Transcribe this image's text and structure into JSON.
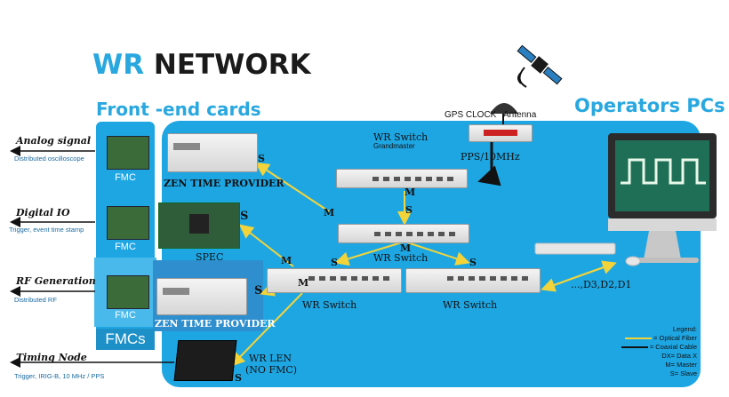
{
  "title": {
    "part1": "WR",
    "part2": "NETWORK"
  },
  "sections": {
    "front_end": "Front -end cards",
    "operators": "Operators PCs"
  },
  "left_items": [
    {
      "title": "Analog signal",
      "subtitle": "Distributed oscilloscope"
    },
    {
      "title": "Digital IO",
      "subtitle": "Trigger, event time stamp"
    },
    {
      "title": "RF Generation",
      "subtitle": "Distributed RF"
    },
    {
      "title": "Timing Node",
      "subtitle": "Trigger, IRIG-B, 10 MHz / PPS"
    }
  ],
  "fmc_label": "FMC",
  "fmcs_footer": "FMCs",
  "devices": {
    "zen1": "ZEN TIME PROVIDER",
    "zen2": "ZEN TIME PROVIDER",
    "spec": "SPEC",
    "grandmaster": "WR Switch",
    "grandmaster_sub": "Grandmaster",
    "mid_switch": "WR Switch",
    "left_switch": "WR Switch",
    "right_switch": "WR Switch",
    "wr_len": "WR LEN",
    "wr_len_sub": "(NO FMC)"
  },
  "gps": {
    "clock": "GPS CLOCK",
    "antenna": "Antenna",
    "signal": "PPS/10MHz"
  },
  "pc_label": "...,D3,D2,D1",
  "link_labels": {
    "s": "S",
    "m": "M"
  },
  "legend": {
    "title": "Legend:",
    "items": [
      "= Optical Fiber",
      "= Coaxial Cable",
      "DX= Data X",
      "M= Master",
      "S= Slave"
    ]
  },
  "colors": {
    "accent": "#29a8e0",
    "panel": "#1ea6e3",
    "fiber": "#f2d43a",
    "coax": "#111111"
  }
}
